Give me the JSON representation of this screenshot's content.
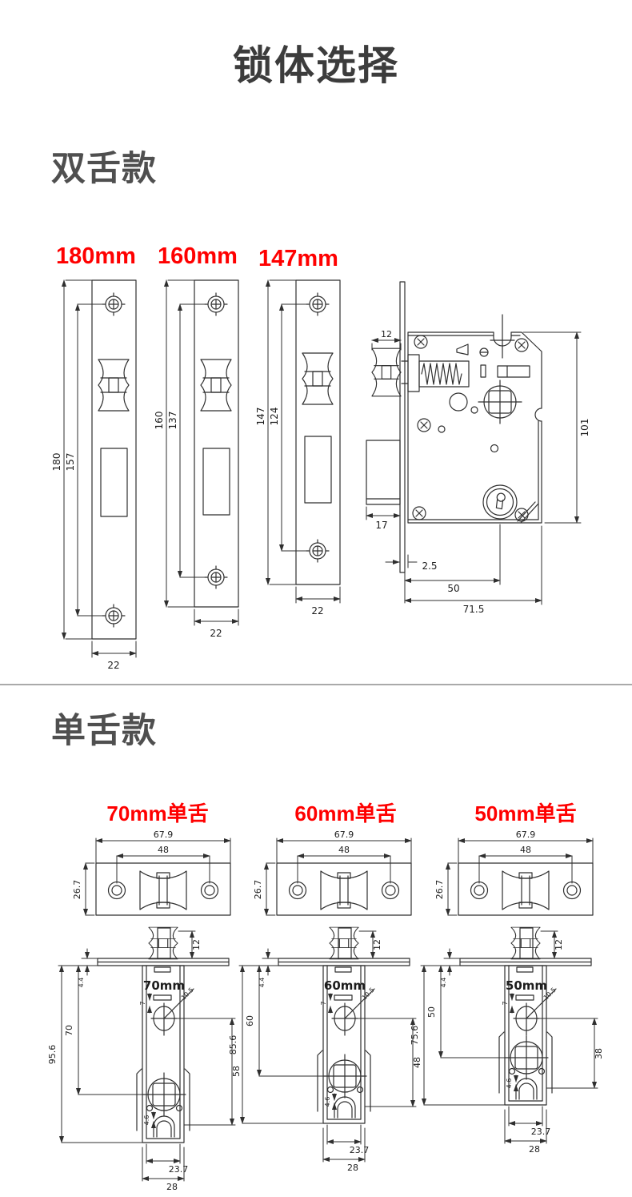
{
  "title": "锁体选择",
  "colors": {
    "accent_red": "#ff0000",
    "line": "#2f2f2f"
  },
  "double": {
    "heading": "双舌款",
    "plates": [
      {
        "label": "180mm",
        "length": "180",
        "screw_span": "157",
        "width": "22"
      },
      {
        "label": "160mm",
        "length": "160",
        "screw_span": "137",
        "width": "22"
      },
      {
        "label": "147mm",
        "length": "147",
        "screw_span": "124",
        "width": "22"
      }
    ],
    "body": {
      "latch_width": "12",
      "deadbolt_depth": "17",
      "plate_offset": "2.5",
      "backset": "50",
      "body_depth": "71.5",
      "body_height": "101"
    }
  },
  "single": {
    "heading": "单舌款",
    "columns": [
      {
        "label": "70mm单舌",
        "name": "70mm",
        "strike": {
          "width": "67.9",
          "hole_span": "48",
          "height": "26.7"
        },
        "body": {
          "latch_height": "12",
          "plate_gap": "4.4",
          "backset": "70",
          "total_length": "95.6",
          "hole_to_bottom": "58",
          "hole_dia": "10.5",
          "hole_offset": "7",
          "notch": "4.6",
          "inner_width": "23.7",
          "outer_width": "28"
        }
      },
      {
        "label": "60mm单舌",
        "name": "60mm",
        "strike": {
          "width": "67.9",
          "hole_span": "48",
          "height": "26.7"
        },
        "body": {
          "latch_height": "12",
          "plate_gap": "4.4",
          "backset": "60",
          "total_length": "85.6",
          "hole_to_bottom": "48",
          "hole_dia": "10.5",
          "hole_offset": "7",
          "notch": "4.6",
          "inner_width": "23.7",
          "outer_width": "28"
        }
      },
      {
        "label": "50mm单舌",
        "name": "50mm",
        "strike": {
          "width": "67.9",
          "hole_span": "48",
          "height": "26.7"
        },
        "body": {
          "latch_height": "12",
          "plate_gap": "4.4",
          "backset": "50",
          "total_length": "75.6",
          "hole_to_bottom": "38",
          "hole_dia": "10.5",
          "hole_offset": "7",
          "notch": "4.6",
          "inner_width": "23.7",
          "outer_width": "28"
        }
      }
    ]
  }
}
